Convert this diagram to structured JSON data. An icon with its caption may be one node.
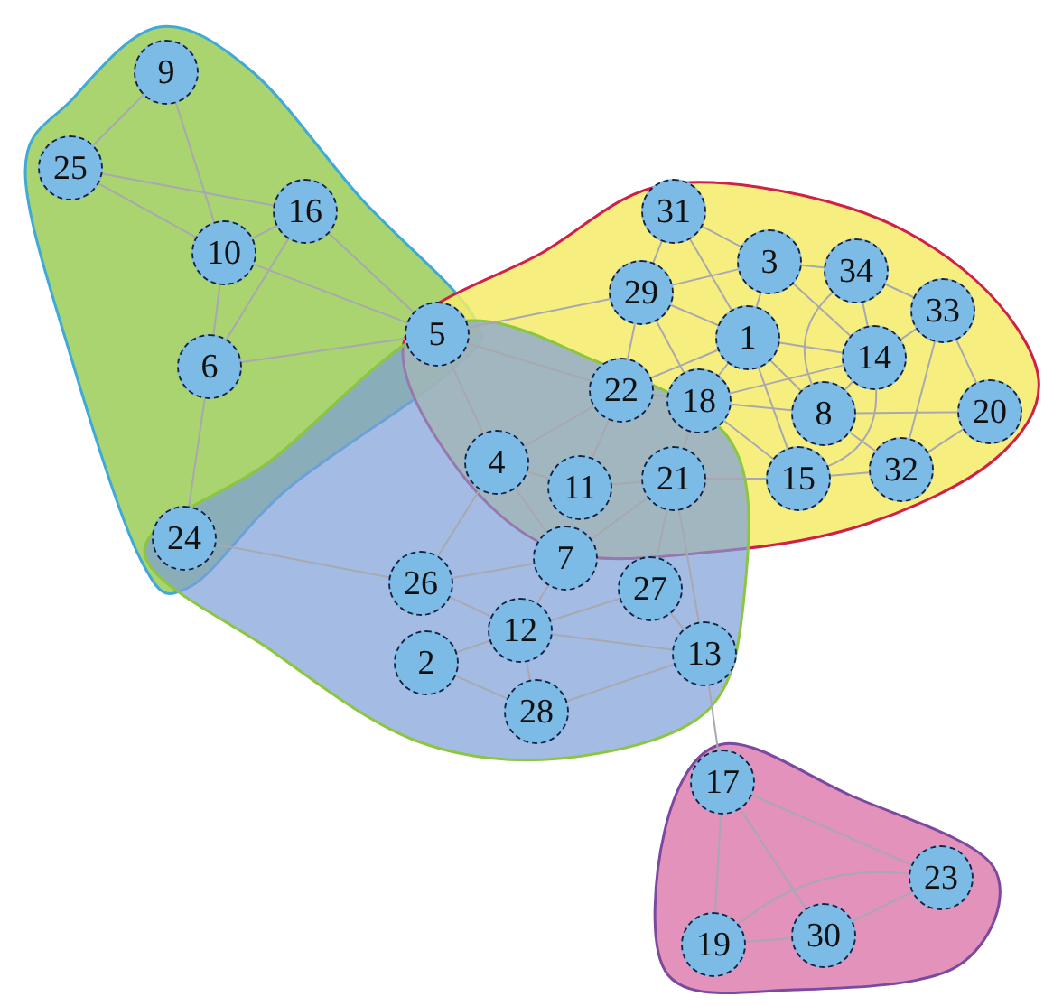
{
  "diagram": {
    "nodes": [
      {
        "text": [
          "9"
        ]
      },
      {
        "text": [
          "25"
        ]
      },
      {
        "text": [
          "16"
        ]
      },
      {
        "text": [
          "10"
        ]
      },
      {
        "text": [
          "6"
        ]
      },
      {
        "text": [
          "5"
        ]
      },
      {
        "text": [
          "24"
        ]
      },
      {
        "text": [
          "31"
        ]
      },
      {
        "text": [
          "3"
        ]
      },
      {
        "text": [
          "34"
        ]
      },
      {
        "text": [
          "29"
        ]
      },
      {
        "text": [
          "33"
        ]
      },
      {
        "text": [
          "1"
        ]
      },
      {
        "text": [
          "14"
        ]
      },
      {
        "text": [
          "22"
        ]
      },
      {
        "text": [
          "18"
        ]
      },
      {
        "text": [
          "8"
        ]
      },
      {
        "text": [
          "20"
        ]
      },
      {
        "text": [
          "4"
        ]
      },
      {
        "text": [
          "11"
        ]
      },
      {
        "text": [
          "21"
        ]
      },
      {
        "text": [
          "15"
        ]
      },
      {
        "text": [
          "32"
        ]
      },
      {
        "text": [
          "7"
        ]
      },
      {
        "text": [
          "26"
        ]
      },
      {
        "text": [
          "12"
        ]
      },
      {
        "text": [
          "27"
        ]
      },
      {
        "text": [
          "13"
        ]
      },
      {
        "text": [
          "2"
        ]
      },
      {
        "text": [
          "28"
        ]
      },
      {
        "text": [
          "17"
        ]
      },
      {
        "text": [
          "23"
        ]
      },
      {
        "text": [
          "19"
        ]
      },
      {
        "text": [
          "30"
        ]
      }
    ],
    "edges": [
      {
        "from": 0,
        "to": 1,
        "arrow": "none"
      },
      {
        "from": 0,
        "to": 3,
        "arrow": "none"
      },
      {
        "from": 1,
        "to": 2,
        "arrow": "none"
      },
      {
        "from": 1,
        "to": 3,
        "arrow": "none"
      },
      {
        "from": 3,
        "to": 2,
        "arrow": "none"
      },
      {
        "from": 2,
        "to": 4,
        "arrow": "none"
      },
      {
        "from": 2,
        "to": 5,
        "arrow": "none"
      },
      {
        "from": 3,
        "to": 5,
        "arrow": "none"
      },
      {
        "from": 3,
        "to": 4,
        "arrow": "none"
      },
      {
        "from": 4,
        "to": 5,
        "arrow": "none"
      },
      {
        "from": 4,
        "to": 6,
        "arrow": "none"
      },
      {
        "from": 5,
        "to": 18,
        "arrow": "none"
      },
      {
        "from": 5,
        "to": 14,
        "arrow": "none"
      },
      {
        "from": 5,
        "to": 10,
        "arrow": "none"
      },
      {
        "from": 6,
        "to": 24,
        "arrow": "none"
      },
      {
        "from": 7,
        "to": 8,
        "arrow": "none"
      },
      {
        "from": 7,
        "to": 10,
        "arrow": "none"
      },
      {
        "from": 7,
        "to": 12,
        "arrow": "none"
      },
      {
        "from": 10,
        "to": 12,
        "arrow": "none"
      },
      {
        "from": 10,
        "to": 8,
        "arrow": "none"
      },
      {
        "from": 8,
        "to": 9,
        "arrow": "none"
      },
      {
        "from": 8,
        "to": 12,
        "arrow": "none"
      },
      {
        "from": 8,
        "to": 13,
        "arrow": "none"
      },
      {
        "from": 9,
        "to": 11,
        "arrow": "none"
      },
      {
        "from": 9,
        "to": 13,
        "arrow": "none"
      },
      {
        "from": 9,
        "to": 16,
        "arrow": "none"
      },
      {
        "from": 11,
        "to": 13,
        "arrow": "none"
      },
      {
        "from": 11,
        "to": 17,
        "arrow": "none"
      },
      {
        "from": 11,
        "to": 22,
        "arrow": "none"
      },
      {
        "from": 12,
        "to": 15,
        "arrow": "none"
      },
      {
        "from": 12,
        "to": 13,
        "arrow": "none"
      },
      {
        "from": 12,
        "to": 16,
        "arrow": "none"
      },
      {
        "from": 12,
        "to": 21,
        "arrow": "none"
      },
      {
        "from": 15,
        "to": 16,
        "arrow": "none"
      },
      {
        "from": 15,
        "to": 13,
        "arrow": "none"
      },
      {
        "from": 15,
        "to": 21,
        "arrow": "none"
      },
      {
        "from": 16,
        "to": 13,
        "arrow": "none"
      },
      {
        "from": 16,
        "to": 17,
        "arrow": "none"
      },
      {
        "from": 16,
        "to": 22,
        "arrow": "none"
      },
      {
        "from": 21,
        "to": 22,
        "arrow": "none"
      },
      {
        "from": 22,
        "to": 17,
        "arrow": "none"
      },
      {
        "from": 13,
        "to": 21,
        "arrow": "none"
      },
      {
        "from": 14,
        "to": 12,
        "arrow": "none"
      },
      {
        "from": 15,
        "to": 10,
        "arrow": "none"
      },
      {
        "from": 14,
        "to": 15,
        "arrow": "none"
      },
      {
        "from": 14,
        "to": 10,
        "arrow": "none"
      },
      {
        "from": 20,
        "to": 15,
        "arrow": "none"
      },
      {
        "from": 20,
        "to": 21,
        "arrow": "none"
      },
      {
        "from": 19,
        "to": 18,
        "arrow": "none"
      },
      {
        "from": 19,
        "to": 14,
        "arrow": "none"
      },
      {
        "from": 19,
        "to": 20,
        "arrow": "none"
      },
      {
        "from": 18,
        "to": 14,
        "arrow": "none"
      },
      {
        "from": 23,
        "to": 18,
        "arrow": "none"
      },
      {
        "from": 23,
        "to": 19,
        "arrow": "none"
      },
      {
        "from": 23,
        "to": 20,
        "arrow": "none"
      },
      {
        "from": 24,
        "to": 23,
        "arrow": "none"
      },
      {
        "from": 24,
        "to": 25,
        "arrow": "none"
      },
      {
        "from": 24,
        "to": 18,
        "arrow": "none"
      },
      {
        "from": 28,
        "to": 25,
        "arrow": "none"
      },
      {
        "from": 28,
        "to": 29,
        "arrow": "none"
      },
      {
        "from": 25,
        "to": 23,
        "arrow": "none"
      },
      {
        "from": 25,
        "to": 29,
        "arrow": "none"
      },
      {
        "from": 25,
        "to": 26,
        "arrow": "none"
      },
      {
        "from": 25,
        "to": 27,
        "arrow": "none"
      },
      {
        "from": 29,
        "to": 27,
        "arrow": "none"
      },
      {
        "from": 26,
        "to": 27,
        "arrow": "none"
      },
      {
        "from": 26,
        "to": 20,
        "arrow": "none"
      },
      {
        "from": 27,
        "to": 20,
        "arrow": "none"
      },
      {
        "from": 27,
        "to": 30,
        "arrow": "none"
      },
      {
        "from": 30,
        "to": 32,
        "arrow": "none"
      },
      {
        "from": 30,
        "to": 33,
        "arrow": "none"
      },
      {
        "from": 30,
        "to": 31,
        "arrow": "none"
      },
      {
        "from": 32,
        "to": 33,
        "arrow": "none"
      },
      {
        "from": 32,
        "to": 31,
        "arrow": "none"
      },
      {
        "from": 33,
        "to": 31,
        "arrow": "none"
      }
    ]
  }
}
